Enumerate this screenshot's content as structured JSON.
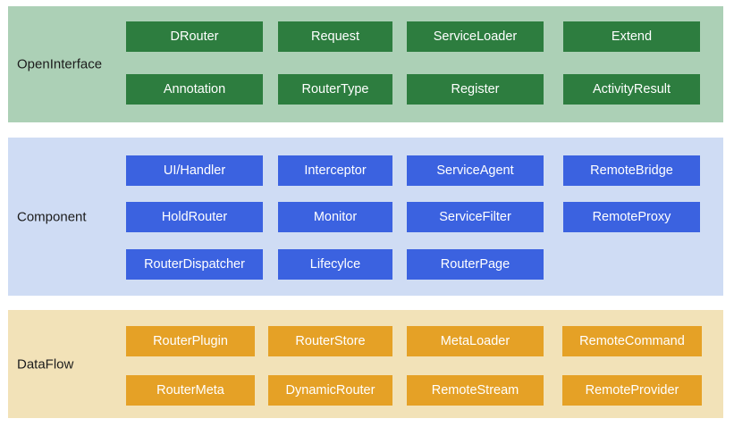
{
  "layers": [
    {
      "id": "open",
      "label": "OpenInterface",
      "bg": "#acd0b6",
      "box_color": "#2d7d3f",
      "rows": [
        [
          "DRouter",
          "Request",
          "ServiceLoader",
          "Extend"
        ],
        [
          "Annotation",
          "RouterType",
          "Register",
          "ActivityResult"
        ]
      ]
    },
    {
      "id": "comp",
      "label": "Component",
      "bg": "#cfdcf4",
      "box_color": "#3b62e0",
      "rows": [
        [
          "UI/Handler",
          "Interceptor",
          "ServiceAgent",
          "RemoteBridge"
        ],
        [
          "HoldRouter",
          "Monitor",
          "ServiceFilter",
          "RemoteProxy"
        ],
        [
          "RouterDispatcher",
          "Lifecylce",
          "RouterPage"
        ]
      ]
    },
    {
      "id": "data",
      "label": "DataFlow",
      "bg": "#f2e2b8",
      "box_color": "#e5a126",
      "rows": [
        [
          "RouterPlugin",
          "RouterStore",
          "MetaLoader",
          "RemoteCommand"
        ],
        [
          "RouterMeta",
          "DynamicRouter",
          "RemoteStream",
          "RemoteProvider"
        ]
      ]
    }
  ]
}
